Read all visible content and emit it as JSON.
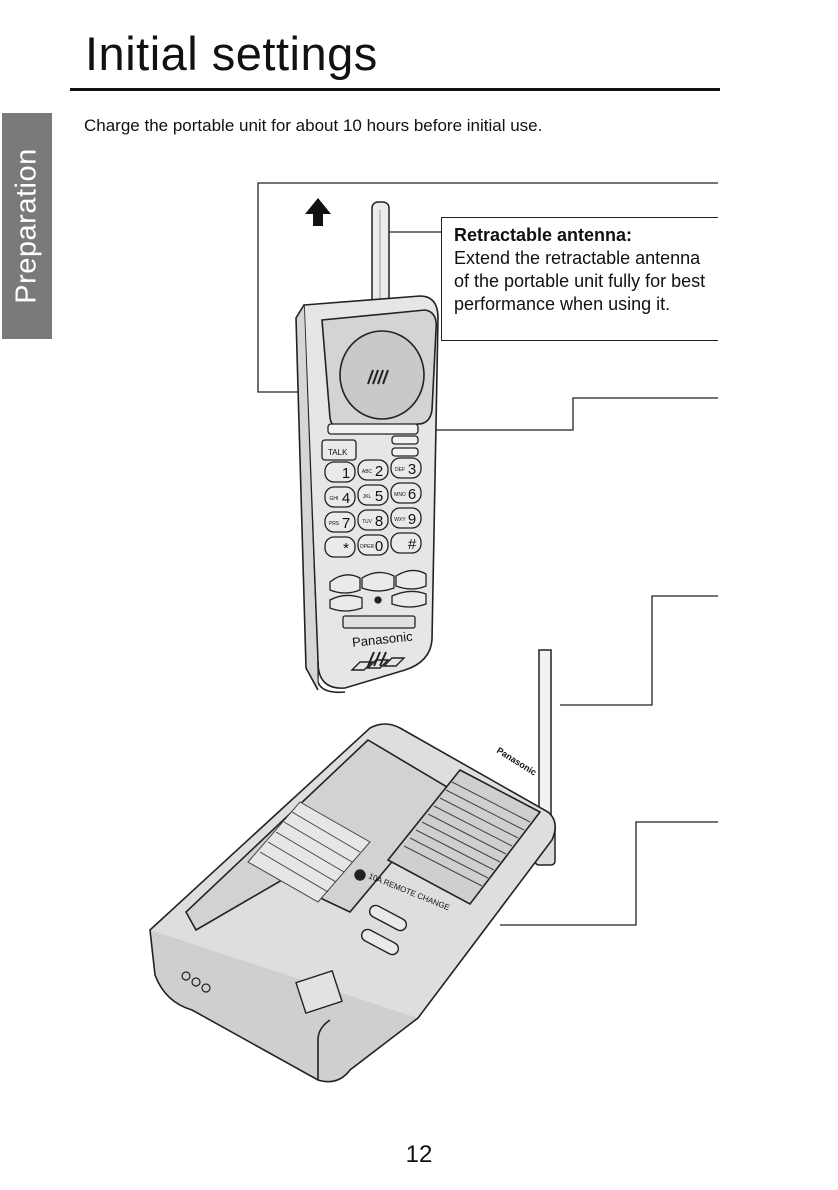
{
  "page": {
    "title": "Initial settings",
    "side_tab": "Preparation",
    "intro": "Charge the portable unit for about 10 hours before initial use.",
    "page_number": "12"
  },
  "callout": {
    "heading": "Retractable antenna:",
    "body": "Extend the retractable antenna of the portable unit fully for best performance when using it."
  },
  "handset": {
    "brand": "Panasonic",
    "keys": [
      "1",
      "2",
      "3",
      "4",
      "5",
      "6",
      "7",
      "8",
      "9",
      "*",
      "0",
      "#"
    ],
    "key_letters": [
      "",
      "ABC",
      "DEF",
      "GHI",
      "JKL",
      "MNO",
      "PRS",
      "TUV",
      "WXY",
      "",
      "OPER",
      ""
    ],
    "talk_label": "TALK"
  },
  "base": {
    "brand": "Panasonic",
    "feature_label": "10A REMOTE CHANGE"
  }
}
